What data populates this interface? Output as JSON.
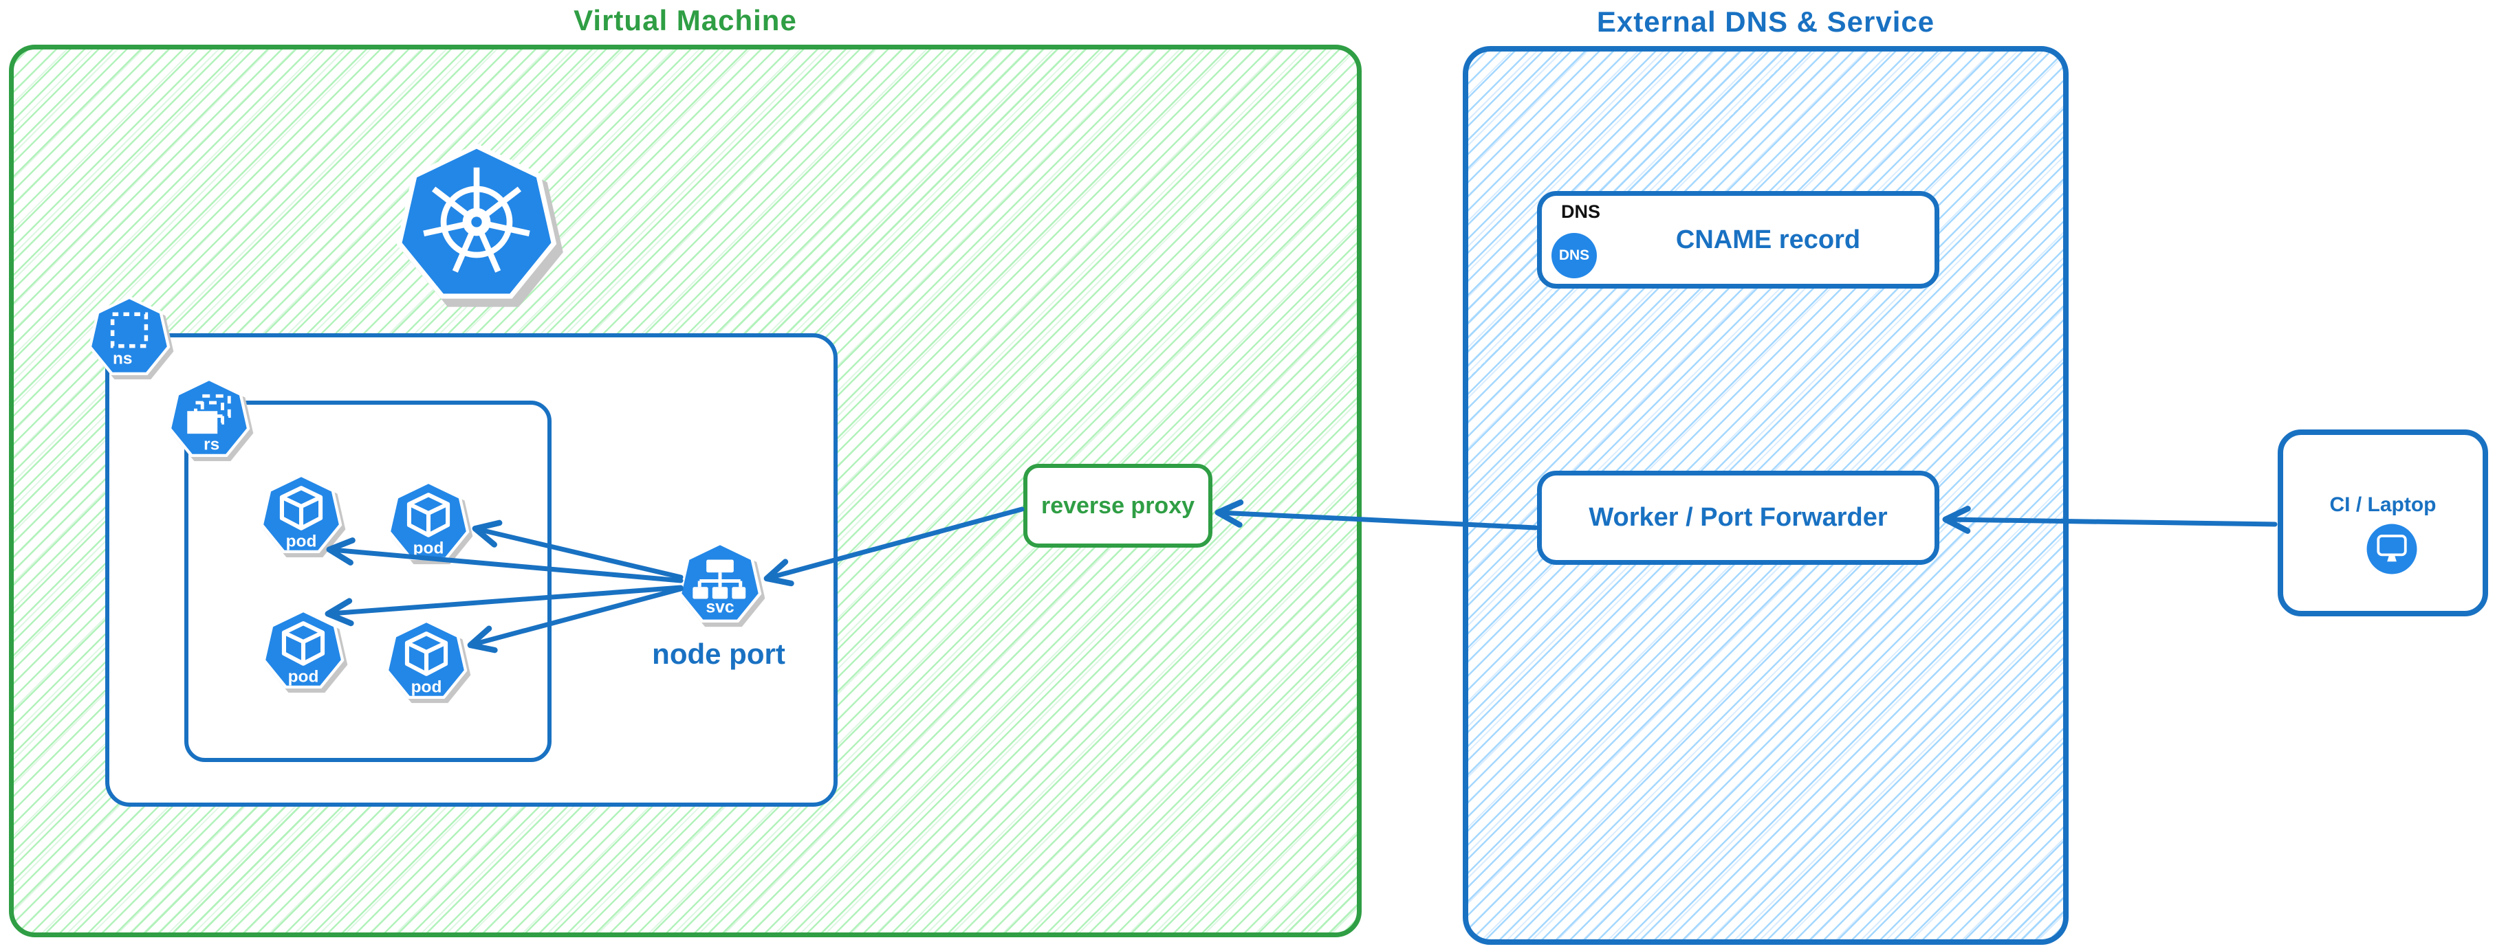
{
  "diagram": {
    "vm": {
      "title": "Virtual Machine",
      "reverse_proxy": {
        "label": "reverse proxy"
      },
      "node_port_label": "node port",
      "icons": {
        "kubernetes": "kubernetes",
        "namespace": "ns",
        "replicaset": "rs",
        "service": "svc",
        "pod": "pod"
      }
    },
    "external": {
      "title": "External DNS & Service",
      "dns_box": {
        "tag": "DNS",
        "icon_text": "DNS",
        "label": "CNAME record"
      },
      "worker_box": {
        "label": "Worker / Port Forwarder"
      }
    },
    "ci_box": {
      "label": "CI / Laptop"
    },
    "connections": [
      "svc node port -> pod (top-left)",
      "svc node port -> pod (top-right)",
      "svc node port -> pod (bottom-left)",
      "svc node port -> pod (bottom-right)",
      "reverse proxy -> svc node port",
      "Worker / Port Forwarder -> reverse proxy",
      "CI / Laptop -> Worker / Port Forwarder"
    ]
  },
  "colors": {
    "green": "#2f9e44",
    "green-hatch": "#b2f2bb",
    "blue": "#1971c2",
    "blue-hatch": "#a5d8ff",
    "icon-blue": "#2387e7"
  }
}
